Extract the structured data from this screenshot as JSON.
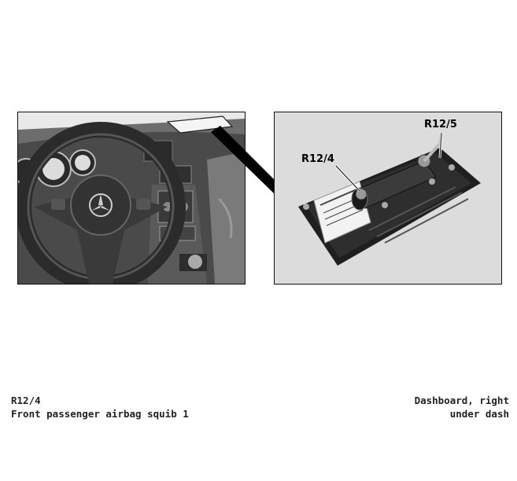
{
  "component": {
    "code": "R12/4",
    "description": "Front passenger airbag squib 1"
  },
  "location": {
    "line1": "Dashboard, right",
    "line2": "under dash"
  },
  "callouts": {
    "left_label": "R12/4",
    "right_label": "R12/5"
  }
}
